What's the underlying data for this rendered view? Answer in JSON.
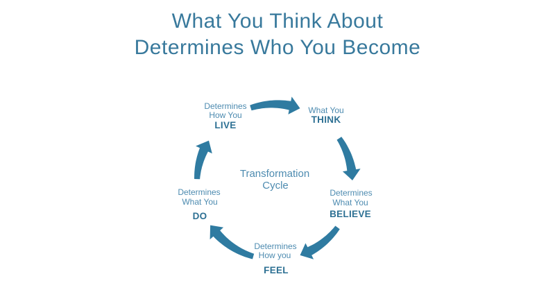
{
  "title": {
    "line1": "What You Think About",
    "line2": "Determines Who You Become"
  },
  "diagram": {
    "center_label": {
      "line1": "Transformation",
      "line2": "Cycle"
    },
    "nodes": {
      "think": {
        "line1": "What You",
        "emphasis": "THINK"
      },
      "believe": {
        "line1": "Determines",
        "line2": "What You",
        "emphasis": "BELIEVE"
      },
      "feel": {
        "line1": "Determines",
        "line2": "How you",
        "emphasis": "FEEL"
      },
      "do": {
        "line1": "Determines",
        "line2": "What You",
        "emphasis": "DO"
      },
      "live": {
        "line1": "Determines",
        "line2": "How You",
        "emphasis": "LIVE"
      }
    },
    "arrows": [
      {
        "name": "arrow-live-to-think",
        "from": "live",
        "to": "think"
      },
      {
        "name": "arrow-think-to-believe",
        "from": "think",
        "to": "believe"
      },
      {
        "name": "arrow-believe-to-feel",
        "from": "believe",
        "to": "feel"
      },
      {
        "name": "arrow-feel-to-do",
        "from": "feel",
        "to": "do"
      },
      {
        "name": "arrow-do-to-live",
        "from": "do",
        "to": "live"
      }
    ]
  },
  "colors": {
    "background": "#ffffff",
    "title": "#38799c",
    "label": "#4d8bb0",
    "emphasis": "#2d7093",
    "arrow": "#2f7ba1"
  }
}
